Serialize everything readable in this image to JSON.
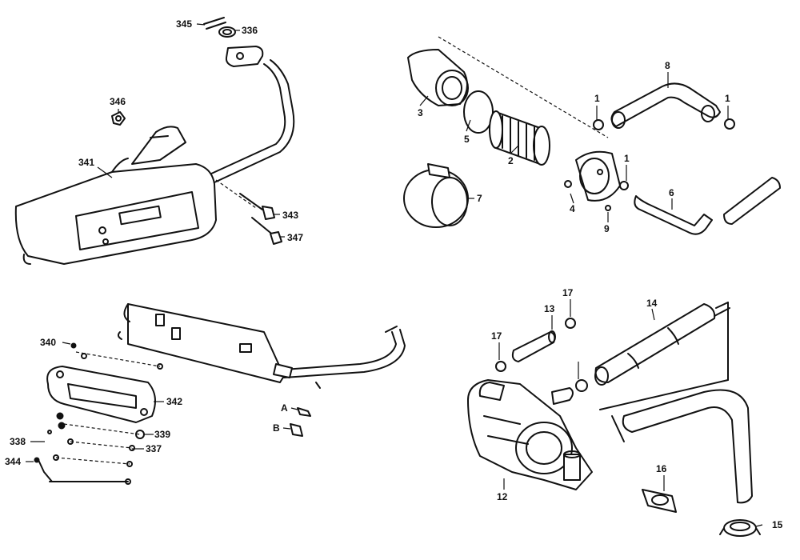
{
  "labels": {
    "p1": "1",
    "p2": "2",
    "p3": "3",
    "p4": "4",
    "p5": "5",
    "p6": "6",
    "p7": "7",
    "p8": "8",
    "p9": "9",
    "p12": "12",
    "p13": "13",
    "p14": "14",
    "p15": "15",
    "p16": "16",
    "p17": "17",
    "p336": "336",
    "p337": "337",
    "p338": "338",
    "p339": "339",
    "p340": "340",
    "p341": "341",
    "p342": "342",
    "p343": "343",
    "p344": "344",
    "p345": "345",
    "p346": "346",
    "p347": "347",
    "pA": "A",
    "pB": "B"
  }
}
